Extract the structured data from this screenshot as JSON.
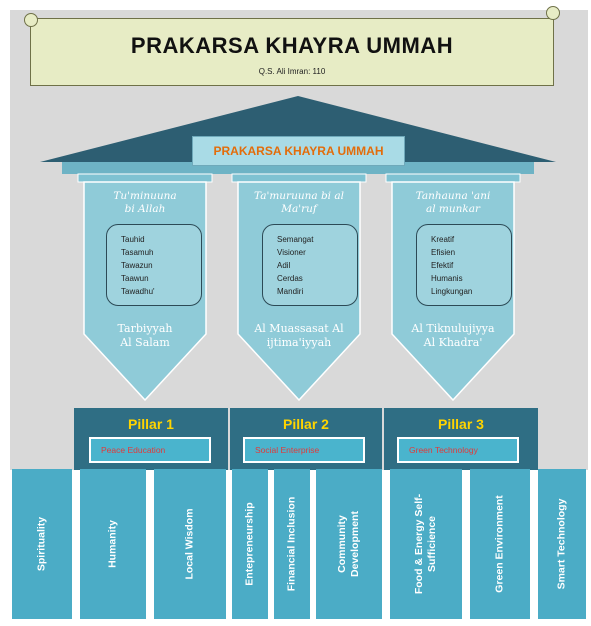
{
  "header": {
    "title": "PRAKARSA  KHAYRA UMMAH",
    "subtitle": "Q.S. Ali Imran: 110"
  },
  "roof": {
    "label": "PRAKARSA KHAYRA UMMAH"
  },
  "columns": [
    {
      "title_line1": "Tu'minuuna",
      "title_line2": "bi Allah",
      "items": [
        "Tauhid",
        "Tasamuh",
        "Tawazun",
        "Taawun",
        "Tawadhu'"
      ],
      "caption_line1": "Tarbiyyah",
      "caption_line2": "Al Salam"
    },
    {
      "title_line1": "Ta'muruuna bi al",
      "title_line2": "Ma'ruf",
      "items": [
        "Semangat",
        "Visioner",
        "Adil",
        "Cerdas",
        "Mandiri"
      ],
      "caption_line1": "Al Muassasat Al",
      "caption_line2": "ijtima'iyyah"
    },
    {
      "title_line1": "Tanhauna 'ani",
      "title_line2": "al munkar",
      "items": [
        "Kreatif",
        "Efisien",
        "Efektif",
        "Humanis",
        "Lingkungan"
      ],
      "caption_line1": "Al Tiknulujiyya",
      "caption_line2": "Al Khadra'"
    }
  ],
  "pillars": [
    {
      "label": "Pillar 1",
      "theme": "Peace Education"
    },
    {
      "label": "Pillar 2",
      "theme": "Social Enterprise"
    },
    {
      "label": "Pillar 3",
      "theme": "Green Technology"
    }
  ],
  "foundation": [
    {
      "line1": "Spirituality",
      "line2": ""
    },
    {
      "line1": "Humanity",
      "line2": ""
    },
    {
      "line1": "Local Wisdom",
      "line2": ""
    },
    {
      "line1": "Entepreneurship",
      "line2": ""
    },
    {
      "line1": "Financial Inclusion",
      "line2": ""
    },
    {
      "line1": "Community",
      "line2": "Development"
    },
    {
      "line1": "Food & Energy Self-",
      "line2": "Sufficience"
    },
    {
      "line1": "Green Environment",
      "line2": ""
    },
    {
      "line1": "Smart Technology",
      "line2": ""
    }
  ],
  "colors": {
    "background_gray": "#d9d9d9",
    "roof": "#2d5e72",
    "column": "#8fcbd8",
    "pillar_band": "#2f6e84",
    "foundation": "#4bacc6",
    "pillar_text": "#ffd400",
    "roof_label_text": "#e36c0a",
    "theme_text": "#e13a3a"
  }
}
